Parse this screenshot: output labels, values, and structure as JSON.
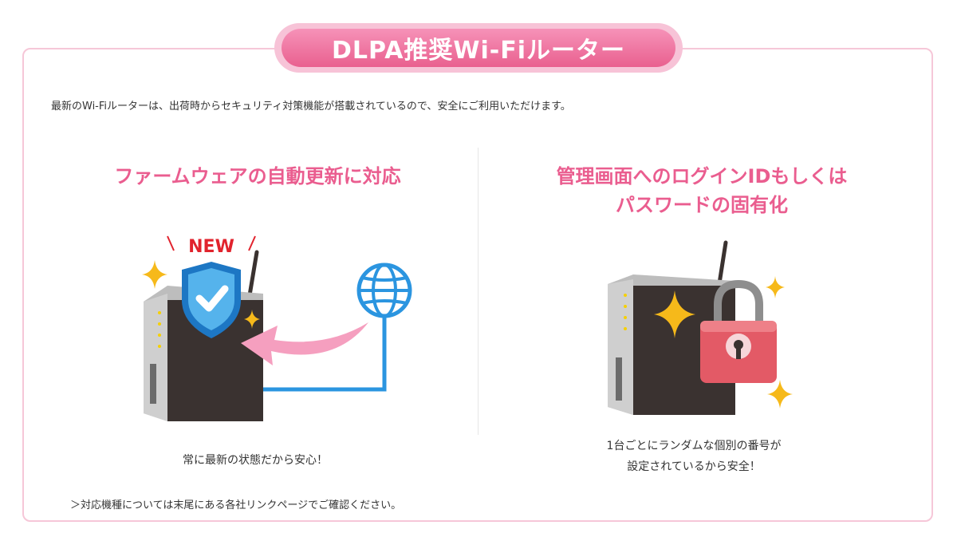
{
  "title": "DLPA推奨Wi-Fiルーター",
  "intro": "最新のWi-Fiルーターは、出荷時からセキュリティ対策機能が搭載されているので、安全にご利用いただけます。",
  "left": {
    "heading": "ファームウェアの自動更新に対応",
    "badge": "NEW",
    "caption": "常に最新の状態だから安心！"
  },
  "right": {
    "heading_line1": "管理画面へのログインIDもしくは",
    "heading_line2": "パスワードの固有化",
    "caption_line1": "1台ごとにランダムな個別の番号が",
    "caption_line2": "設定されているから安全！"
  },
  "footnote": "＞対応機種については末尾にある各社リンクページでご確認ください。",
  "colors": {
    "accent_pink": "#ea5d8f",
    "border_pink": "#f6c7d8",
    "shield_blue": "#2d8ed6",
    "globe_blue": "#2b95e0",
    "lock_red": "#e35a66",
    "sparkle_yellow": "#f6b91a",
    "router_dark": "#3a3230"
  },
  "icons": [
    "router-icon",
    "shield-check-icon",
    "globe-icon",
    "arrow-icon",
    "sparkle-icon",
    "padlock-icon"
  ]
}
